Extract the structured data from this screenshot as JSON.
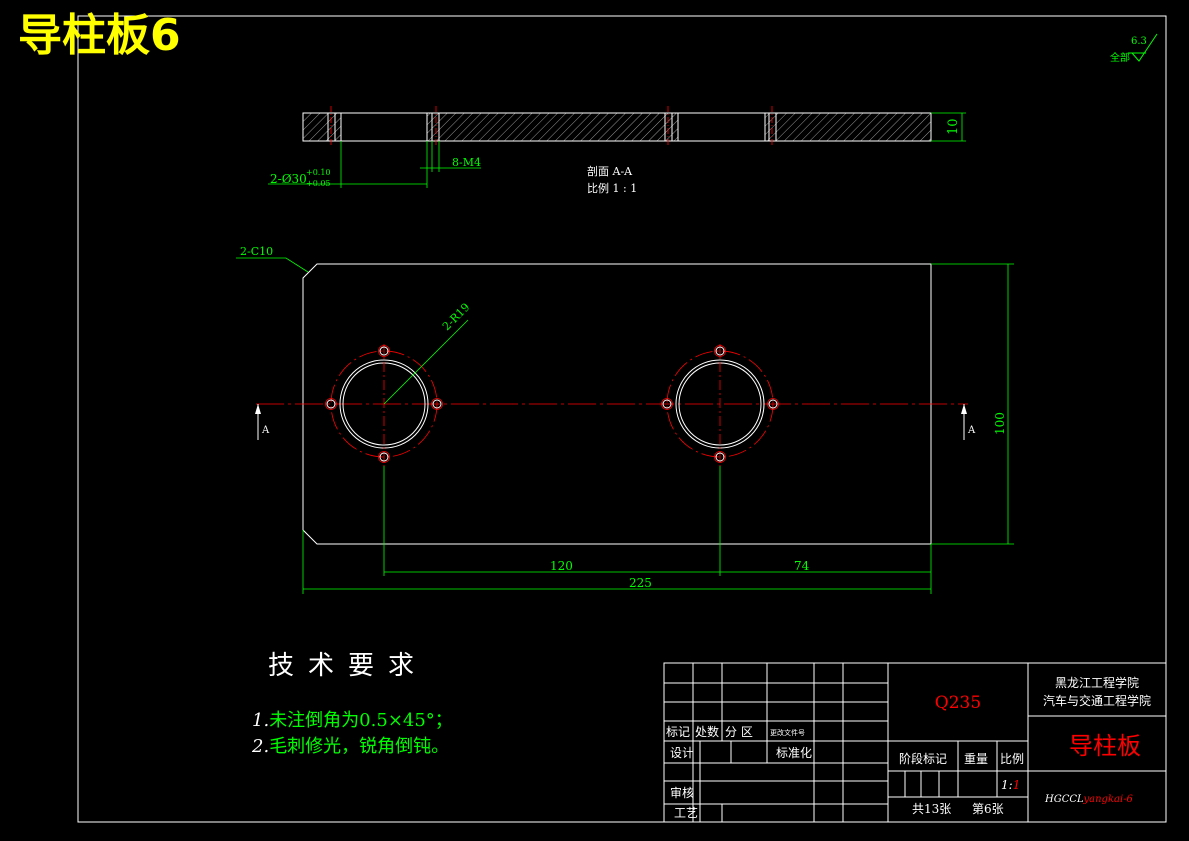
{
  "title": "导柱板6",
  "roughness": {
    "value": "6.3",
    "scope": "全部"
  },
  "section_view": {
    "thickness": "10",
    "hole_dim": "2-Ø30",
    "tol_upper": "+0.10",
    "tol_lower": "+0.05",
    "thread_dim": "8-M4",
    "section_label": "剖面 A-A",
    "scale_label": "比例 1 : 1"
  },
  "plan_view": {
    "chamfer": "2-C10",
    "radius": "2-R19",
    "dim_spacing": "120",
    "dim_edge": "74",
    "dim_length": "225",
    "dim_width": "100",
    "section_marker": "A"
  },
  "tech_requirements": {
    "heading": "技术要求",
    "items": [
      {
        "num": "1.",
        "text": "未注倒角为0.5×45°；"
      },
      {
        "num": "2.",
        "text": "毛刺修光，锐角倒钝。"
      }
    ]
  },
  "title_block": {
    "material": "Q235",
    "school": "黑龙江工程学院",
    "college": "汽车与交通工程学院",
    "part_name": "导柱板",
    "drawing_no_prefix": "HGCCL",
    "drawing_no_suffix": "yangkai-6",
    "labels": {
      "mark": "标记",
      "count": "处数",
      "zone": "分  区",
      "doc_no": "更改文件号",
      "design": "设计",
      "standard": "标准化",
      "stage": "阶段标记",
      "weight": "重量",
      "scale": "比例",
      "review": "审核",
      "process": "工艺"
    },
    "scale_prefix": "1:",
    "scale_suffix": "1",
    "total_sheets": "共13张",
    "sheet_no": "第6张"
  },
  "colors": {
    "outline": "#ffffff",
    "dimension": "#00ff00",
    "centerline": "#ff0000",
    "title": "#ffff00"
  }
}
